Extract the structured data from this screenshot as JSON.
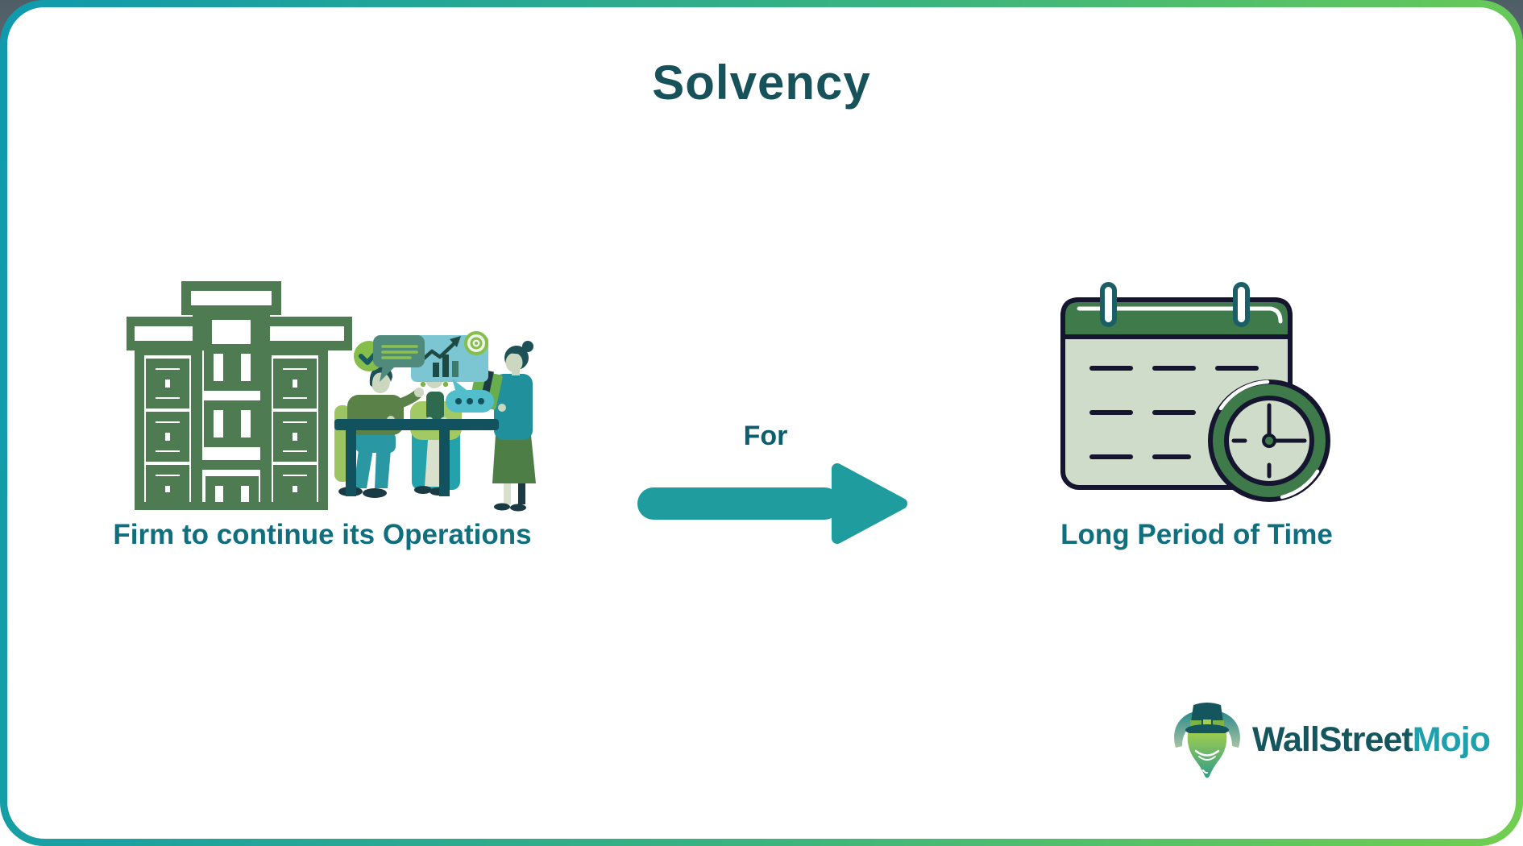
{
  "header": {
    "title": "Solvency"
  },
  "diagram": {
    "source": {
      "label": "Firm to continue its Operations",
      "illustrations": [
        "office-building-icon",
        "team-meeting-illustration"
      ]
    },
    "connector": {
      "label": "For",
      "icon": "arrow-right-icon",
      "direction": "right"
    },
    "target": {
      "label": "Long Period of Time",
      "illustrations": [
        "calendar-clock-icon"
      ]
    }
  },
  "branding": {
    "logo_icon": "bull-top-hat-icon",
    "name_part1": "WallStreet",
    "name_part2": "Mojo"
  },
  "colors": {
    "border_gradient_start": "#0F9AAD",
    "border_gradient_end": "#72CE4F",
    "title_text": "#17525B",
    "label_text": "#0F6F7E",
    "arrow": "#1E9C9E",
    "building_outline": "#4E7B52",
    "calendar_green": "#3F7A4B",
    "calendar_face": "#CFDCC9",
    "dark_outline": "#15152F",
    "logo_text_primary": "#14555E",
    "logo_text_secondary": "#1FA0AD"
  }
}
